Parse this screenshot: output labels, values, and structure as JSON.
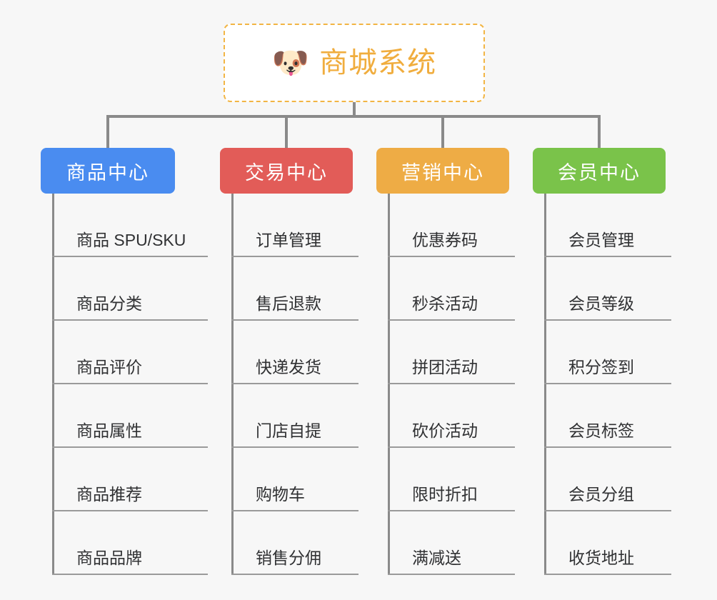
{
  "diagram": {
    "type": "mind-map",
    "background_color": "#f7f7f7",
    "connector_color": "#8a8a8a"
  },
  "root": {
    "icon": "shiba-dog-face-emoji",
    "icon_glyph": "🐶",
    "title": "商城系统",
    "text_color": "#f0ad3e",
    "border_color": "#f2b544",
    "background_color": "#ffffff"
  },
  "categories": [
    {
      "label": "商品中心",
      "color": "#4a8cf0",
      "items": [
        "商品 SPU/SKU",
        "商品分类",
        "商品评价",
        "商品属性",
        "商品推荐",
        "商品品牌"
      ]
    },
    {
      "label": "交易中心",
      "color": "#e25c58",
      "items": [
        "订单管理",
        "售后退款",
        "快递发货",
        "门店自提",
        "购物车",
        "销售分佣"
      ]
    },
    {
      "label": "营销中心",
      "color": "#eeac45",
      "items": [
        "优惠券码",
        "秒杀活动",
        "拼团活动",
        "砍价活动",
        "限时折扣",
        "满减送"
      ]
    },
    {
      "label": "会员中心",
      "color": "#7ac34a",
      "items": [
        "会员管理",
        "会员等级",
        "积分签到",
        "会员标签",
        "会员分组",
        "收货地址"
      ]
    }
  ]
}
